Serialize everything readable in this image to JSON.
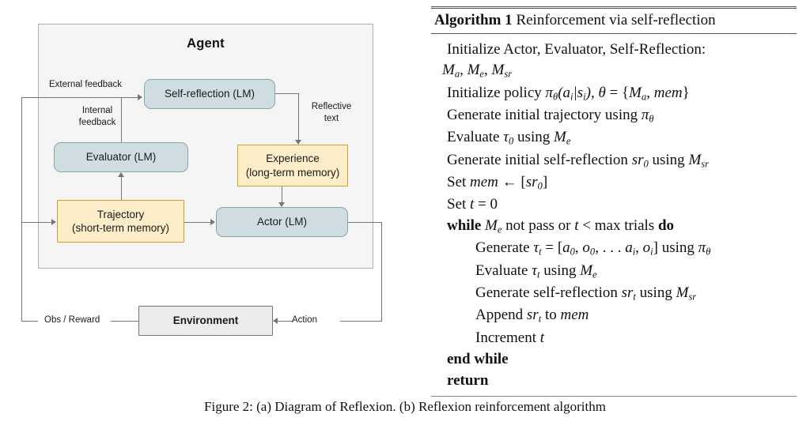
{
  "figure": {
    "caption": "Figure 2: (a) Diagram of Reflexion. (b) Reflexion reinforcement algorithm"
  },
  "diagram": {
    "container_title": "Agent",
    "nodes": {
      "self_reflection": "Self-reflection (LM)",
      "evaluator": "Evaluator (LM)",
      "experience_line1": "Experience",
      "experience_line2": "(long-term memory)",
      "trajectory_line1": "Trajectory",
      "trajectory_line2": "(short-term memory)",
      "actor": "Actor (LM)",
      "environment": "Environment"
    },
    "edge_labels": {
      "external_feedback": "External feedback",
      "internal_feedback": "Internal feedback",
      "reflective_text": "Reflective text",
      "obs_reward": "Obs / Reward",
      "action": "Action"
    },
    "colors": {
      "lm_node_fill": "#cfdde1",
      "lm_node_stroke": "#8aa3a9",
      "memory_node_fill": "#fdeec9",
      "memory_node_stroke": "#c9a227",
      "environment_fill": "#ececec",
      "environment_stroke": "#777777",
      "agent_fill": "#f5f5f5",
      "agent_stroke": "#b0b0b0",
      "connector": "#767676"
    }
  },
  "algorithm": {
    "number_label": "Algorithm 1",
    "title": "Reinforcement via self-reflection",
    "lines": [
      {
        "id": "init-models",
        "indent": 1,
        "text": "Initialize Actor, Evaluator, Self-Reflection:"
      },
      {
        "id": "init-models-cont",
        "indent": 0,
        "text": "Ma, Me, Msr"
      },
      {
        "id": "init-policy",
        "indent": 1,
        "text": "Initialize policy πθ(ai|si), θ = {Ma, mem}"
      },
      {
        "id": "gen-init-traj",
        "indent": 1,
        "text": "Generate initial trajectory using πθ"
      },
      {
        "id": "eval-tau0",
        "indent": 1,
        "text": "Evaluate τ0 using Me"
      },
      {
        "id": "gen-init-sr",
        "indent": 1,
        "text": "Generate initial self-reflection sr0 using Msr"
      },
      {
        "id": "set-mem",
        "indent": 1,
        "text": "Set mem ← [sr0]"
      },
      {
        "id": "set-t",
        "indent": 1,
        "text": "Set t = 0"
      },
      {
        "id": "while",
        "indent": 1,
        "text": "while Me not pass or t < max trials do"
      },
      {
        "id": "gen-tau-t",
        "indent": 2,
        "text": "Generate τt = [a0, o0, . . . ai, oi] using πθ"
      },
      {
        "id": "eval-tau-t",
        "indent": 2,
        "text": "Evaluate τt using Me"
      },
      {
        "id": "gen-sr-t",
        "indent": 2,
        "text": "Generate self-reflection srt using Msr"
      },
      {
        "id": "append-sr",
        "indent": 2,
        "text": "Append srt to mem"
      },
      {
        "id": "increment",
        "indent": 2,
        "text": "Increment t"
      },
      {
        "id": "end-while",
        "indent": 1,
        "text": "end while"
      },
      {
        "id": "return",
        "indent": 1,
        "text": "return"
      }
    ]
  }
}
